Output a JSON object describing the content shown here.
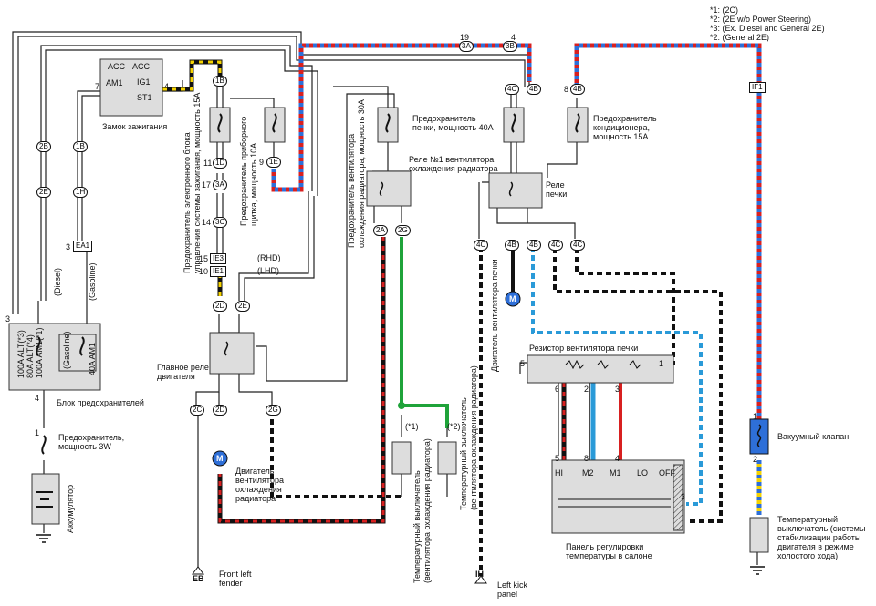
{
  "notes": [
    "*1: (2C)",
    "*2: (2E w/o Power Steering)",
    "*3: (Ex. Diesel and General 2E)",
    "*2: (General 2E)"
  ],
  "labels": {
    "ignition_switch": "Замок зажигания",
    "fuse_block": "Блок предохранителей",
    "battery": "Аккумулятор",
    "fuse_3w": "Предохранитель,\nмощность 3W",
    "ecu_fuse": "Предохранитель электронного блока\nуправления системы зажигания, мощность 15А",
    "meter_fuse": "Предохранитель приборного\nщитка, мощность 10А",
    "fan_fuse": "Предохранитель вентилятора\nохлаждения радиатора, мощность 30А",
    "heater_fuse": "Предохранитель\nпечки, мощность 40А",
    "ac_fuse": "Предохранитель\nкондиционера,\nмощность 15А",
    "relay_no1": "Реле №1 вентилятора\nохлаждения радиатора",
    "heater_relay": "Реле\nпечки",
    "main_relay": "Главное реле\nдвигателя",
    "cooling_fan_motor": "Двигатель\nвентилятора\nохлаждения\nрадиатора",
    "temp_switch_1": "Температурный выключатель\n(вентилятора охлаждения радиатора)",
    "temp_switch_2": "Температурный выключатель\n(вентилятора охлаждения радиатора)",
    "heater_fan_motor": "Двигатель вентилятора печки",
    "resistor": "Резистор вентилятора печки",
    "control_panel": "Панель регулировки\nтемпературы в салоне",
    "vacuum_valve": "Вакуумный клапан",
    "idle_temp_switch": "Температурный\nвыключатель (системы\nстабилизации работы\nдвигателя в режиме\nхолостого хода)",
    "front_left_fender": "Front left\nfender",
    "left_kick_panel": "Left kick\npanel",
    "diesel": "(Diesel)",
    "gasoline": "(Gasoline)",
    "gasoline2": "(Gasoline)",
    "rhd": "(RHD)",
    "lhd": "(LHD)",
    "star1": "(*1)",
    "star2": "(*2)"
  },
  "connectors": {
    "c2B": "2B",
    "c1B_left": "1B",
    "c2E_left": "2E",
    "c1H": "1H",
    "EA1": "EA1",
    "c1B": "1B",
    "c1D": "1D",
    "c3A": "3A",
    "c3C": "3C",
    "IE3": "IE3",
    "IE1": "IE1",
    "c2D_top": "2D",
    "c2E": "2E",
    "c1E": "1E",
    "c2C": "2C",
    "c2D": "2D",
    "c2G_left": "2G",
    "c2A": "2A",
    "c2G": "2G",
    "c3A_top": "3A",
    "c3B_top": "3B",
    "c4C_top": "4C",
    "c4B_top": "4B",
    "c4B_ac": "4B",
    "IF1": "IF1",
    "c4C": "4C",
    "c4B_a": "4B",
    "c4B_b": "4B",
    "c4C_b": "4C",
    "c4C_c": "4C",
    "EB": "EB",
    "IH": "IH"
  },
  "ignition": {
    "acc": "ACC",
    "ig1": "IG1",
    "st1": "ST1",
    "am1": "AM1"
  },
  "fuse_block_fuses": [
    "100A ALT(*3)",
    "80A ALT(*4)",
    "100A AM1(*1)",
    "40A AM1"
  ],
  "panel_positions": [
    "HI",
    "M2",
    "M1",
    "LO",
    "OFF"
  ],
  "motor_letter": "M",
  "pins": {
    "p7": "7",
    "p4": "4",
    "p1": "1",
    "p2": "2",
    "p3": "3",
    "p5": "5",
    "p6": "6",
    "p8": "8",
    "p9": "9",
    "p10": "10",
    "p11": "11",
    "p14": "14",
    "p15": "15",
    "p17": "17",
    "p19": "19"
  }
}
